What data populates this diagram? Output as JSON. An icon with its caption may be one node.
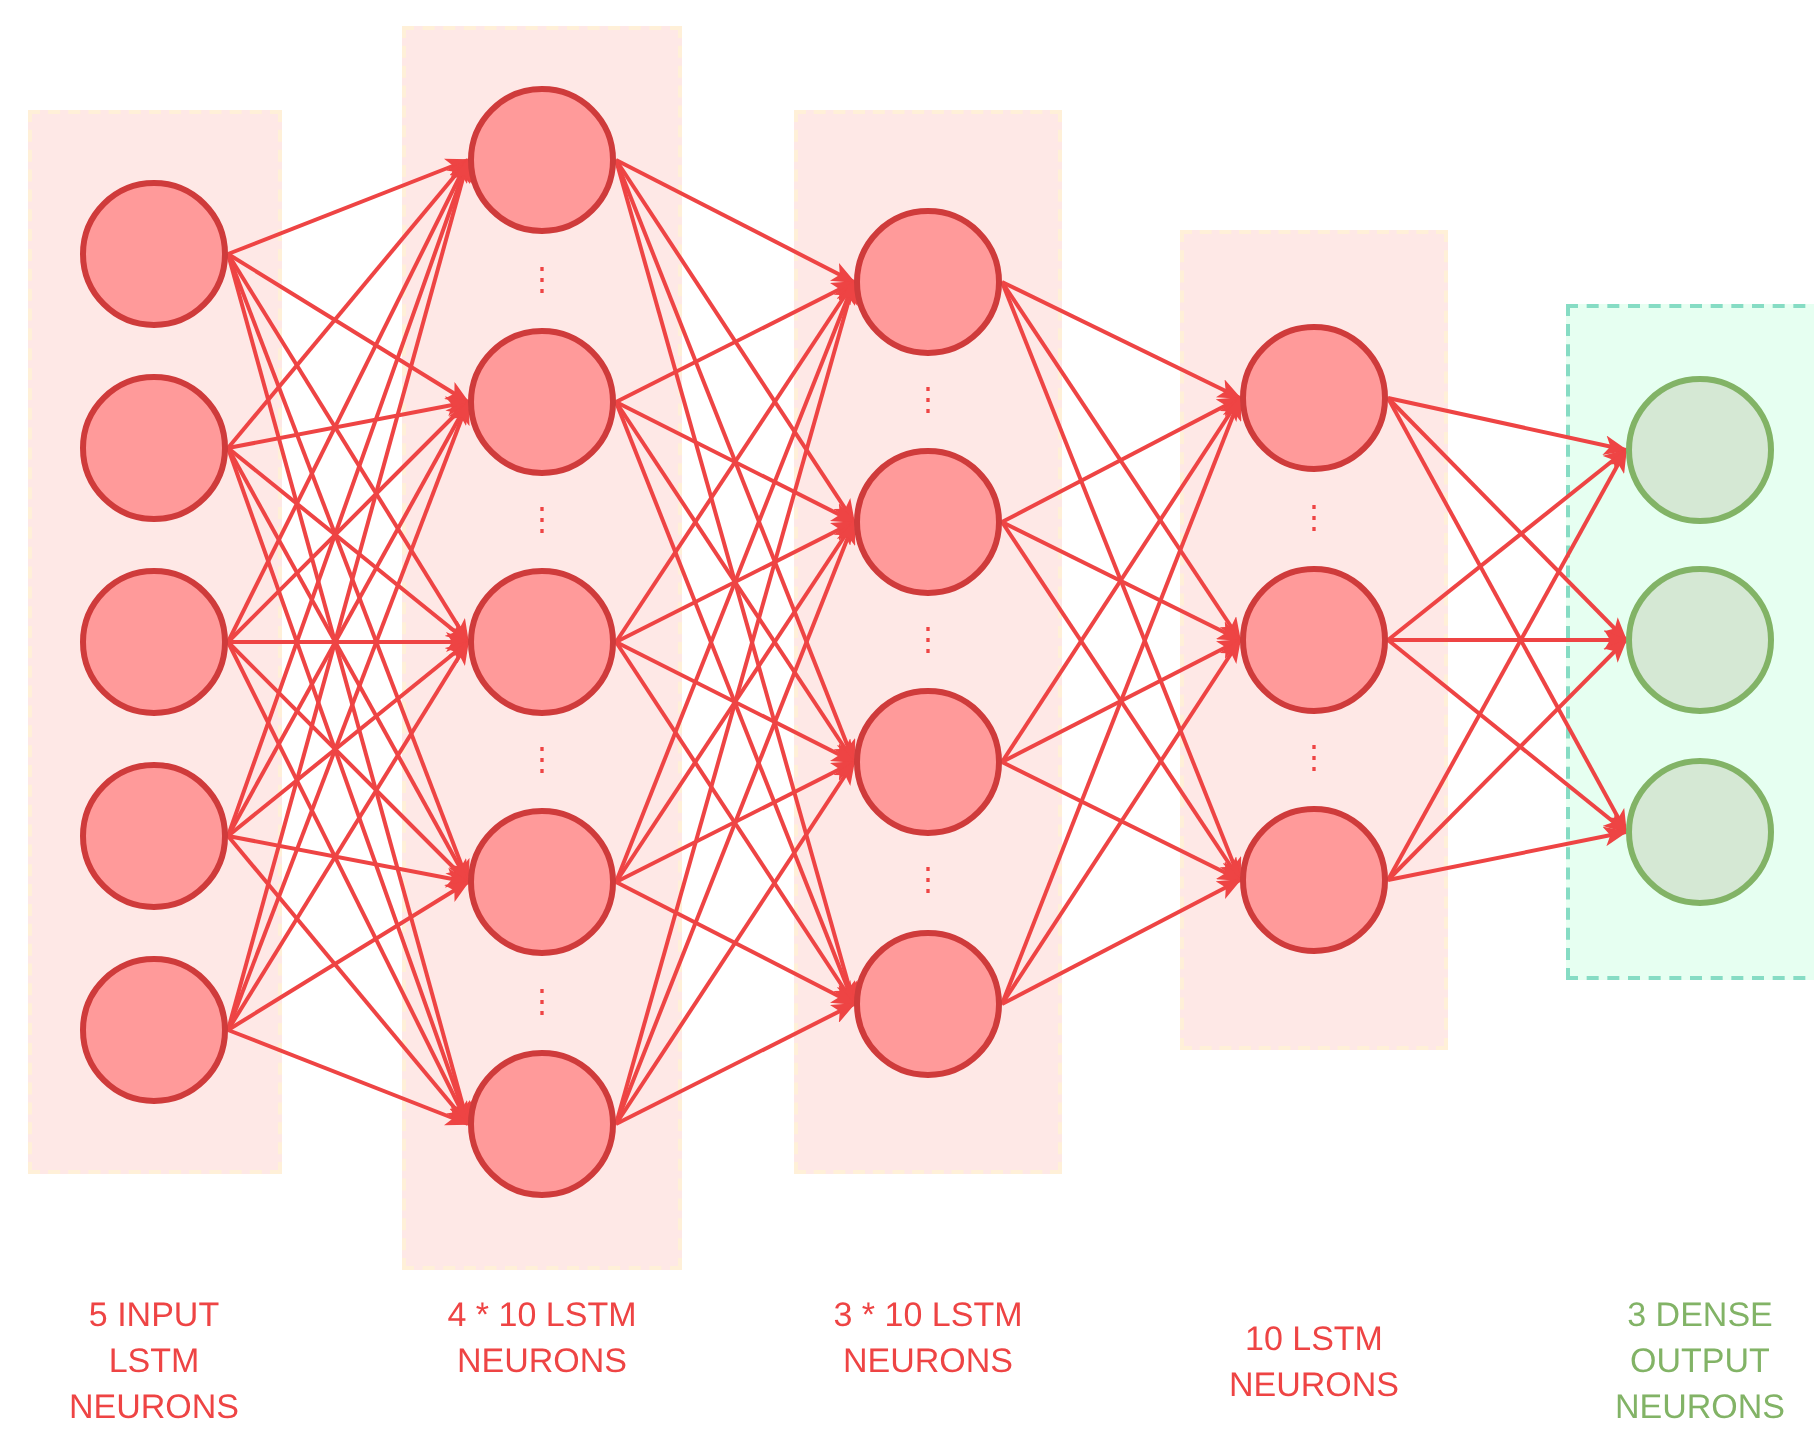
{
  "diagram": {
    "nodes": [
      {
        "text": [],
        "shape": "box"
      },
      {
        "text": [],
        "shape": "circle",
        "in": 0
      },
      {
        "text": [],
        "shape": "circle",
        "in": 0
      },
      {
        "text": [],
        "shape": "circle",
        "in": 0
      },
      {
        "text": [],
        "shape": "circle",
        "in": 0
      },
      {
        "text": [],
        "shape": "circle",
        "in": 0
      },
      {
        "text": [],
        "shape": "box"
      },
      {
        "text": [],
        "shape": "circle",
        "in": 6
      },
      {
        "text": [],
        "shape": "circle",
        "in": 6
      },
      {
        "text": [],
        "shape": "circle",
        "in": 6
      },
      {
        "text": [],
        "shape": "circle",
        "in": 6
      },
      {
        "text": [],
        "shape": "circle",
        "in": 6
      },
      {
        "text": [],
        "shape": "box"
      },
      {
        "text": [],
        "shape": "circle",
        "in": 12
      },
      {
        "text": [],
        "shape": "circle",
        "in": 12
      },
      {
        "text": [],
        "shape": "circle",
        "in": 12
      },
      {
        "text": [],
        "shape": "circle",
        "in": 12
      },
      {
        "text": [],
        "shape": "box"
      },
      {
        "text": [],
        "shape": "circle",
        "in": 17
      },
      {
        "text": [],
        "shape": "circle",
        "in": 17
      },
      {
        "text": [],
        "shape": "circle",
        "in": 17
      },
      {
        "text": [],
        "shape": "box"
      },
      {
        "text": [],
        "shape": "circle",
        "in": 21
      },
      {
        "text": [],
        "shape": "circle",
        "in": 21
      },
      {
        "text": [],
        "shape": "circle",
        "in": 21
      }
    ],
    "edges": [
      {
        "from": 1,
        "to": 7,
        "arrow": "to"
      },
      {
        "from": 1,
        "to": 8,
        "arrow": "to"
      },
      {
        "from": 1,
        "to": 9,
        "arrow": "to"
      },
      {
        "from": 1,
        "to": 10,
        "arrow": "to"
      },
      {
        "from": 1,
        "to": 11,
        "arrow": "to"
      },
      {
        "from": 2,
        "to": 7,
        "arrow": "to"
      },
      {
        "from": 2,
        "to": 8,
        "arrow": "to"
      },
      {
        "from": 2,
        "to": 9,
        "arrow": "to"
      },
      {
        "from": 2,
        "to": 10,
        "arrow": "to"
      },
      {
        "from": 2,
        "to": 11,
        "arrow": "to"
      },
      {
        "from": 3,
        "to": 7,
        "arrow": "to"
      },
      {
        "from": 3,
        "to": 8,
        "arrow": "to"
      },
      {
        "from": 3,
        "to": 9,
        "arrow": "to"
      },
      {
        "from": 3,
        "to": 10,
        "arrow": "to"
      },
      {
        "from": 3,
        "to": 11,
        "arrow": "to"
      },
      {
        "from": 4,
        "to": 7,
        "arrow": "to"
      },
      {
        "from": 4,
        "to": 8,
        "arrow": "to"
      },
      {
        "from": 4,
        "to": 9,
        "arrow": "to"
      },
      {
        "from": 4,
        "to": 10,
        "arrow": "to"
      },
      {
        "from": 4,
        "to": 11,
        "arrow": "to"
      },
      {
        "from": 5,
        "to": 7,
        "arrow": "to"
      },
      {
        "from": 5,
        "to": 8,
        "arrow": "to"
      },
      {
        "from": 5,
        "to": 9,
        "arrow": "to"
      },
      {
        "from": 5,
        "to": 10,
        "arrow": "to"
      },
      {
        "from": 5,
        "to": 11,
        "arrow": "to"
      },
      {
        "from": 7,
        "to": 13,
        "arrow": "to"
      },
      {
        "from": 7,
        "to": 14,
        "arrow": "to"
      },
      {
        "from": 7,
        "to": 15,
        "arrow": "to"
      },
      {
        "from": 7,
        "to": 16,
        "arrow": "to"
      },
      {
        "from": 8,
        "to": 13,
        "arrow": "to"
      },
      {
        "from": 8,
        "to": 14,
        "arrow": "to"
      },
      {
        "from": 8,
        "to": 15,
        "arrow": "to"
      },
      {
        "from": 8,
        "to": 16,
        "arrow": "to"
      },
      {
        "from": 9,
        "to": 13,
        "arrow": "to"
      },
      {
        "from": 9,
        "to": 14,
        "arrow": "to"
      },
      {
        "from": 9,
        "to": 15,
        "arrow": "to"
      },
      {
        "from": 9,
        "to": 16,
        "arrow": "to"
      },
      {
        "from": 10,
        "to": 13,
        "arrow": "to"
      },
      {
        "from": 10,
        "to": 14,
        "arrow": "to"
      },
      {
        "from": 10,
        "to": 15,
        "arrow": "to"
      },
      {
        "from": 10,
        "to": 16,
        "arrow": "to"
      },
      {
        "from": 11,
        "to": 13,
        "arrow": "to"
      },
      {
        "from": 11,
        "to": 14,
        "arrow": "to"
      },
      {
        "from": 11,
        "to": 15,
        "arrow": "to"
      },
      {
        "from": 11,
        "to": 16,
        "arrow": "to"
      },
      {
        "from": 13,
        "to": 18,
        "arrow": "to"
      },
      {
        "from": 13,
        "to": 19,
        "arrow": "to"
      },
      {
        "from": 13,
        "to": 20,
        "arrow": "to"
      },
      {
        "from": 14,
        "to": 18,
        "arrow": "to"
      },
      {
        "from": 14,
        "to": 19,
        "arrow": "to"
      },
      {
        "from": 14,
        "to": 20,
        "arrow": "to"
      },
      {
        "from": 15,
        "to": 18,
        "arrow": "to"
      },
      {
        "from": 15,
        "to": 19,
        "arrow": "to"
      },
      {
        "from": 15,
        "to": 20,
        "arrow": "to"
      },
      {
        "from": 16,
        "to": 18,
        "arrow": "to"
      },
      {
        "from": 16,
        "to": 19,
        "arrow": "to"
      },
      {
        "from": 16,
        "to": 20,
        "arrow": "to"
      },
      {
        "from": 18,
        "to": 22,
        "arrow": "to"
      },
      {
        "from": 18,
        "to": 23,
        "arrow": "to"
      },
      {
        "from": 18,
        "to": 24,
        "arrow": "to"
      },
      {
        "from": 19,
        "to": 22,
        "arrow": "to"
      },
      {
        "from": 19,
        "to": 23,
        "arrow": "to"
      },
      {
        "from": 19,
        "to": 24,
        "arrow": "to"
      },
      {
        "from": 20,
        "to": 22,
        "arrow": "to"
      },
      {
        "from": 20,
        "to": 23,
        "arrow": "to"
      },
      {
        "from": 20,
        "to": 24,
        "arrow": "to"
      }
    ],
    "labels": [
      "⋮",
      "⋮",
      "⋮",
      "⋮",
      "⋮",
      "⋮",
      "⋮",
      "⋮",
      "⋮",
      "5 INPUT LSTM NEURONS",
      "4 * 10 LSTM NEURONS",
      "3 * 10 LSTM NEURONS",
      "10 LSTM NEURONS",
      "3 DENSE OUTPUT NEURONS"
    ]
  }
}
